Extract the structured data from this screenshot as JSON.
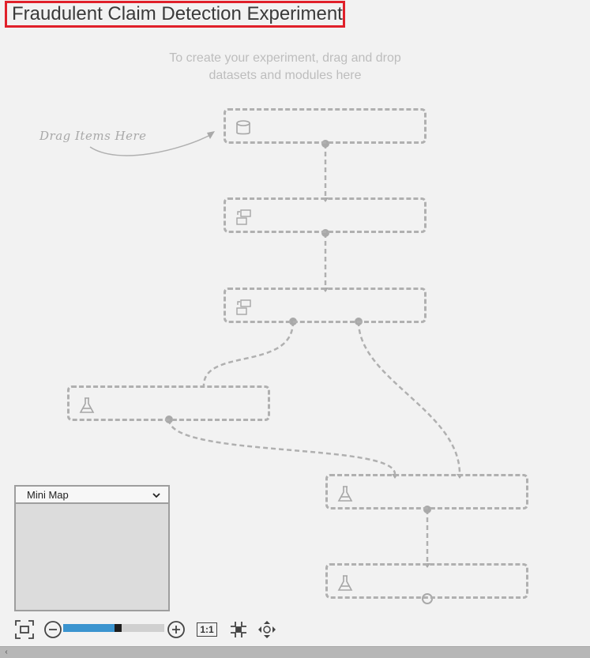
{
  "experiment": {
    "title": "Fraudulent Claim Detection Experiment"
  },
  "canvas": {
    "hint_line1": "To create your experiment, drag and drop",
    "hint_line2": "datasets and modules here",
    "drag_label": "Drag Items Here",
    "slots": [
      {
        "kind": "dataset",
        "icon": "database-icon"
      },
      {
        "kind": "transform",
        "icon": "data-transform-icon"
      },
      {
        "kind": "transform",
        "icon": "data-transform-icon"
      },
      {
        "kind": "experiment",
        "icon": "flask-icon"
      },
      {
        "kind": "experiment",
        "icon": "flask-icon"
      },
      {
        "kind": "experiment",
        "icon": "flask-icon"
      }
    ]
  },
  "minimap": {
    "label": "Mini Map"
  },
  "zoom": {
    "level_fraction": 0.55,
    "actual_size_label": "1:1"
  },
  "colors": {
    "title_outline": "#e0202a",
    "zoom_fill": "#3b94cf",
    "dashed": "#b0b0b0"
  }
}
